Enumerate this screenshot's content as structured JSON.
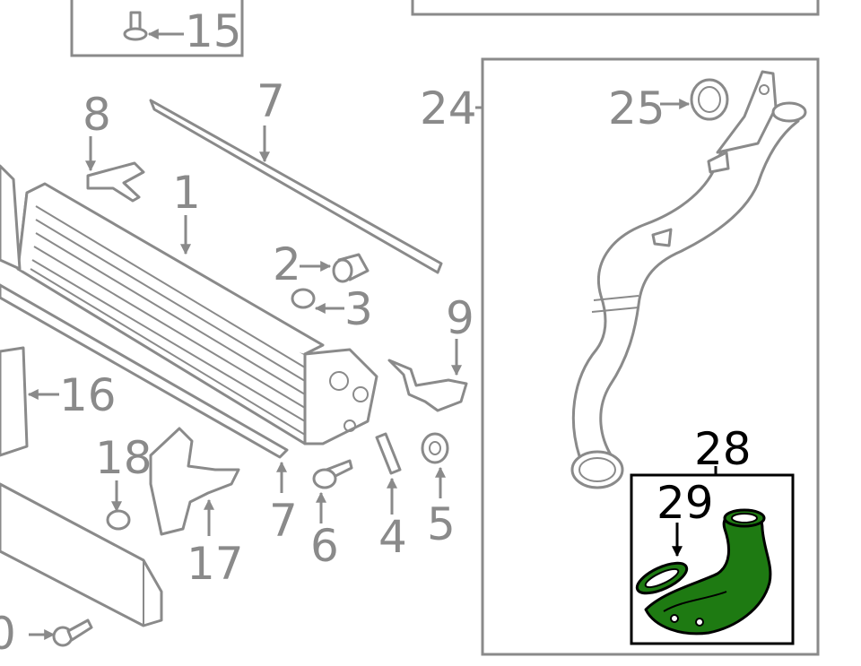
{
  "diagram": {
    "labels": {
      "c1": "1",
      "c2": "2",
      "c3": "3",
      "c4": "4",
      "c5": "5",
      "c6": "6",
      "c7_top": "7",
      "c7_bottom": "7",
      "c8": "8",
      "c9": "9",
      "c10_partial": "0",
      "c15": "15",
      "c16": "16",
      "c17": "17",
      "c18": "18",
      "c24": "24",
      "c25": "25",
      "c28": "28",
      "c29": "29"
    },
    "colors": {
      "line": "#8a8a8a",
      "highlight_fill": "#1e7a12",
      "highlight_label": "#000000",
      "panel_fill": "#f7f7f7"
    }
  }
}
